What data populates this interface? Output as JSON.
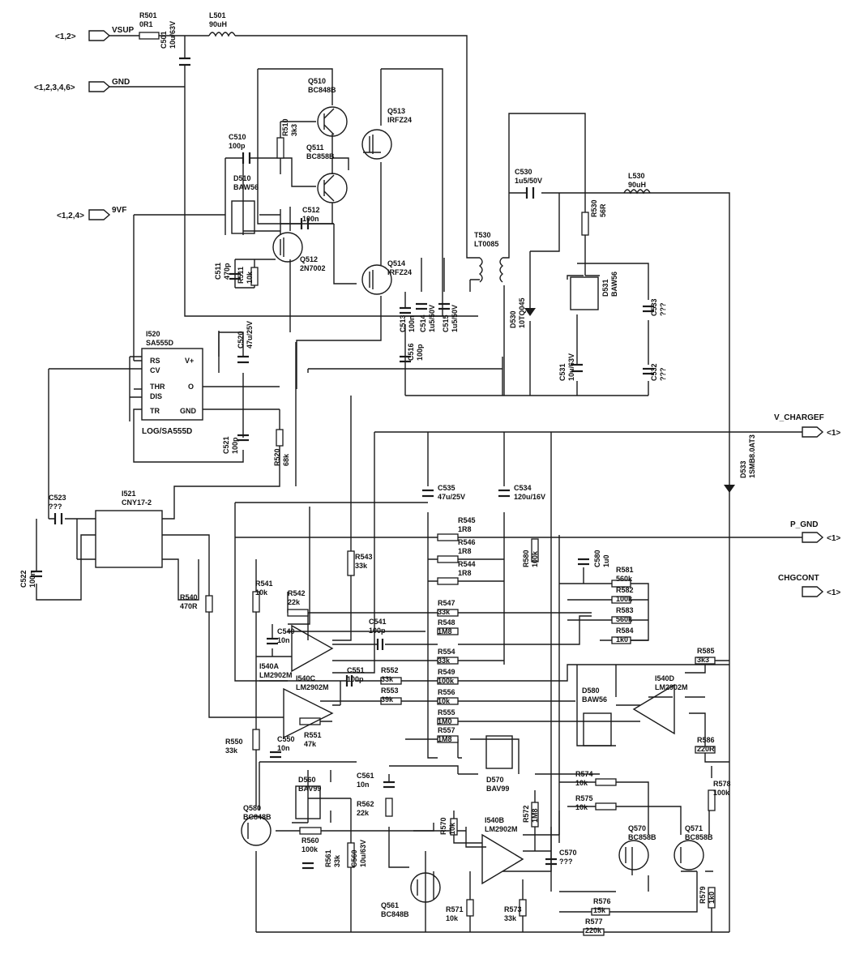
{
  "ports": {
    "vsup_ref": "<1,2>",
    "vsup": "VSUP",
    "gnd_ref": "<1,2,3,4,6>",
    "gnd": "GND",
    "9vf_ref": "<1,2,4>",
    "9vf": "9VF",
    "vchargef": "V_CHARGEF",
    "vchargef_ref": "<1>",
    "pgnd": "P_GND",
    "pgnd_ref": "<1>",
    "chgcont": "CHGCONT",
    "chgcont_ref": "<1>"
  },
  "parts": {
    "R501": [
      "R501",
      "0R1"
    ],
    "L501": [
      "L501",
      "90uH"
    ],
    "C501": [
      "C501",
      "10u/63V"
    ],
    "Q510": [
      "Q510",
      "BC848B"
    ],
    "Q511": [
      "Q511",
      "BC858B"
    ],
    "Q512": [
      "Q512",
      "2N7002"
    ],
    "Q513": [
      "Q513",
      "IRFZ24"
    ],
    "Q514": [
      "Q514",
      "IRFZ24"
    ],
    "C510": [
      "C510",
      "100p"
    ],
    "R510": [
      "R510",
      "3k3"
    ],
    "D510": [
      "D510",
      "BAW56"
    ],
    "C512": [
      "C512",
      "100n"
    ],
    "C511": [
      "C511",
      "470p"
    ],
    "R511": [
      "R511",
      "10k"
    ],
    "C513": [
      "C513",
      "100n"
    ],
    "C514": [
      "C514",
      "1u5/50V"
    ],
    "C515": [
      "C515",
      "1u5/50V"
    ],
    "C516": [
      "C516",
      "100p"
    ],
    "T530": [
      "T530",
      "LT0085"
    ],
    "C530": [
      "C530",
      "1u5/50V"
    ],
    "L530": [
      "L530",
      "90uH"
    ],
    "R530": [
      "R530",
      "56R"
    ],
    "D530": [
      "D530",
      "10TQ045"
    ],
    "D531": [
      "D531",
      "BAW56"
    ],
    "C531": [
      "C531",
      "10u/63V"
    ],
    "C532": [
      "C532",
      "???"
    ],
    "C533": [
      "C533",
      "???"
    ],
    "D533": [
      "D533",
      "1SMB8.0AT3"
    ],
    "I520": [
      "I520",
      "SA555D"
    ],
    "I520b": "LOG/SA555D",
    "C520": [
      "C520",
      "47u/25V"
    ],
    "C521": [
      "C521",
      "100p"
    ],
    "R520": [
      "R520",
      "68k"
    ],
    "C523": [
      "C523",
      "???"
    ],
    "I521": [
      "I521",
      "CNY17-2"
    ],
    "C522": [
      "C522",
      "100n"
    ],
    "R540": [
      "R540",
      "470R"
    ],
    "R541": [
      "R541",
      "10k"
    ],
    "R542": [
      "R542",
      "22k"
    ],
    "R543": [
      "R543",
      "33k"
    ],
    "C540": [
      "C540",
      "10n"
    ],
    "C541": [
      "C541",
      "100p"
    ],
    "I540A": [
      "I540A",
      "LM2902M"
    ],
    "I540C": [
      "I540C",
      "LM2902M"
    ],
    "I540B": [
      "I540B",
      "LM2902M"
    ],
    "I540D": [
      "I540D",
      "LM2902M"
    ],
    "C551": [
      "C551",
      "100p"
    ],
    "R552": [
      "R552",
      "33k"
    ],
    "R553": [
      "R553",
      "39k"
    ],
    "C550": [
      "C550",
      "10n"
    ],
    "R551": [
      "R551",
      "47k"
    ],
    "R550": [
      "R550",
      "33k"
    ],
    "C535": [
      "C535",
      "47u/25V"
    ],
    "C534": [
      "C534",
      "120u/16V"
    ],
    "R545": [
      "R545",
      "1R8"
    ],
    "R546": [
      "R546",
      "1R8"
    ],
    "R544": [
      "R544",
      "1R8"
    ],
    "R547": [
      "R547",
      "33k"
    ],
    "R548": [
      "R548",
      "1M8"
    ],
    "R554": [
      "R554",
      "33k"
    ],
    "R549": [
      "R549",
      "100k"
    ],
    "R556": [
      "R556",
      "10k"
    ],
    "R555": [
      "R555",
      "1M0"
    ],
    "R557": [
      "R557",
      "1M8"
    ],
    "R580": [
      "R580",
      "100k"
    ],
    "C580": [
      "C580",
      "1u0"
    ],
    "R581": [
      "R581",
      "560k"
    ],
    "R582": [
      "R582",
      "100k"
    ],
    "R583": [
      "R583",
      "560k"
    ],
    "R584": [
      "R584",
      "1k0"
    ],
    "R585": [
      "R585",
      "3k3"
    ],
    "R586": [
      "R586",
      "220R"
    ],
    "D580": [
      "D580",
      "BAW56"
    ],
    "D560": [
      "D560",
      "BAV99"
    ],
    "D570": [
      "D570",
      "BAV99"
    ],
    "Q580": [
      "Q580",
      "BC848B"
    ],
    "R560": [
      "R560",
      "100k"
    ],
    "C561": [
      "C561",
      "10n"
    ],
    "R562": [
      "R562",
      "22k"
    ],
    "C560": [
      "C560",
      "10u/63V"
    ],
    "R561": [
      "R561",
      "33k"
    ],
    "Q561": [
      "Q561",
      "BC848B"
    ],
    "R570": [
      "R570",
      "10k"
    ],
    "R572": [
      "R572",
      "1M8"
    ],
    "R571": [
      "R571",
      "10k"
    ],
    "R573": [
      "R573",
      "33k"
    ],
    "C570": [
      "C570",
      "???"
    ],
    "R574": [
      "R574",
      "10k"
    ],
    "R575": [
      "R575",
      "10k"
    ],
    "Q570": [
      "Q570",
      "BC858B"
    ],
    "Q571": [
      "Q571",
      "BC858B"
    ],
    "R578": [
      "R578",
      "100k"
    ],
    "R579": [
      "R579",
      "1k0"
    ],
    "R576": [
      "R576",
      "15k"
    ],
    "R577": [
      "R577",
      "220k"
    ]
  },
  "pins_555": {
    "rs": "RS",
    "cv": "CV",
    "thr": "THR",
    "dis": "DIS",
    "tr": "TR",
    "vplus": "V+",
    "o": "O",
    "gnd": "GND"
  }
}
